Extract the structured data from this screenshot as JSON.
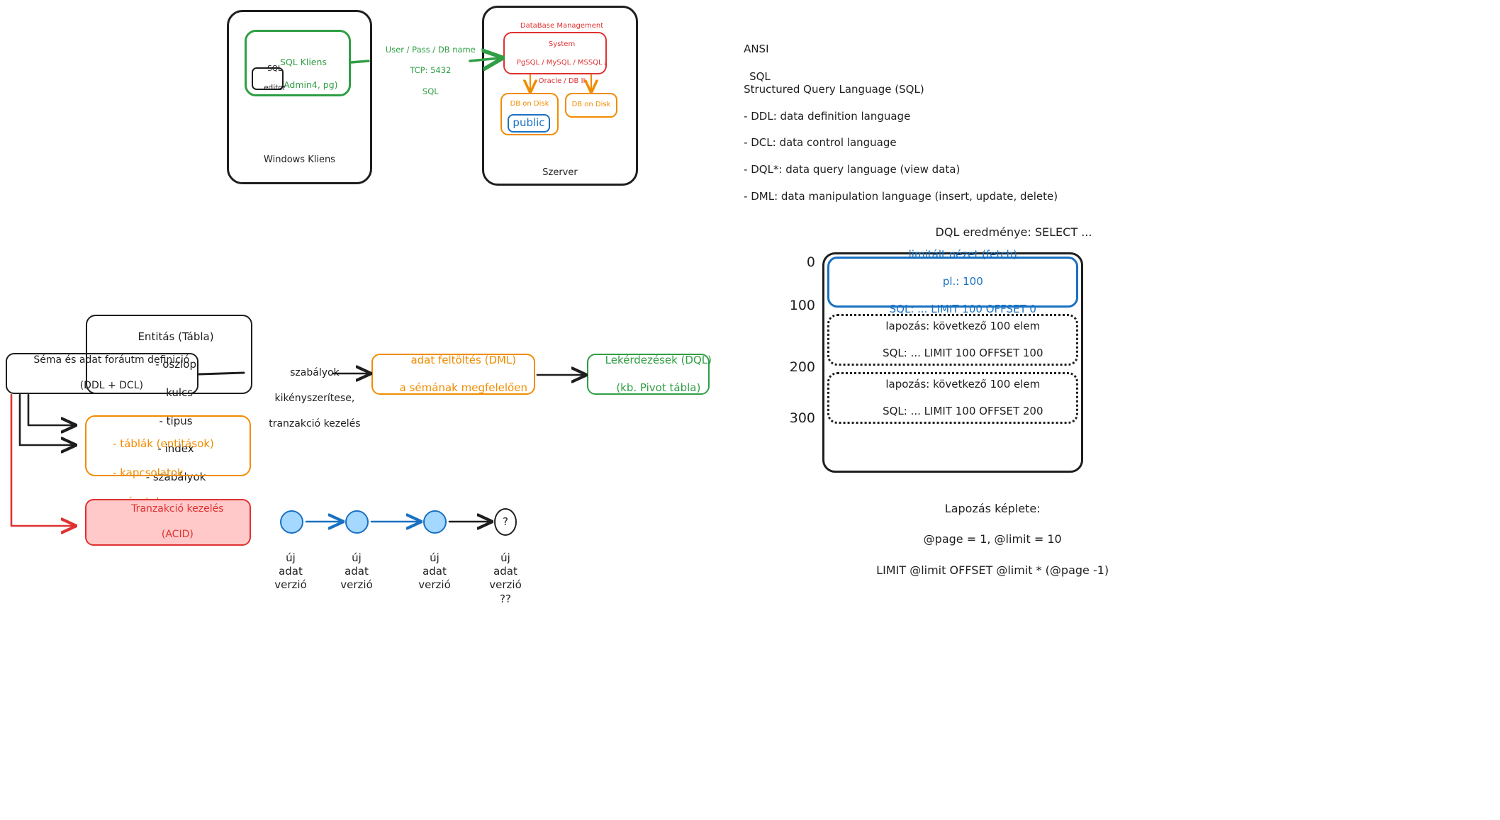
{
  "diagram": {
    "title": "SQL / DBMS architecture and SQL language sublanguages (hand-drawn whiteboard notes)",
    "colors": {
      "black": "#1e1e1e",
      "green": "#2f9e44",
      "red": "#e03131",
      "red_fill": "#ffc9c9",
      "orange": "#f08c00",
      "blue": "#1971c2",
      "blue_fill": "#a5d8ff",
      "background": "#ffffff"
    }
  },
  "architecture": {
    "client_machine": {
      "label": "Windows Kliens"
    },
    "sql_client": {
      "line1": "SQL Kliens",
      "line2": "(pgAdmin4, pg)"
    },
    "sql_editor": {
      "line1": "SQL",
      "line2": "editor"
    },
    "connection": {
      "line1": "User / Pass / DB name",
      "line2": "TCP: 5432",
      "line3": "SQL"
    },
    "server_machine": {
      "label": "Szerver"
    },
    "dbms": {
      "line1": "DataBase Management",
      "line2": "System",
      "line3": "PgSQL / MySQL / MSSQL /",
      "line4": "Oracle / DB II"
    },
    "disk_1": {
      "label": "DB on Disk"
    },
    "schema_public": {
      "label": "public"
    },
    "disk_2": {
      "label": "DB on Disk"
    }
  },
  "notes": {
    "standard_line1": "ANSI",
    "standard_line2": "SQL",
    "heading": "Structured Query Language (SQL)",
    "items": [
      "- DDL: data definition language",
      "- DCL: data control language",
      "- DQL*: data query language (view data)",
      "- DML: data manipulation language (insert, update, delete)"
    ]
  },
  "flow": {
    "schema_box": {
      "line1": "Séma és adat foráutm definició",
      "line2": "(DDL + DCL)"
    },
    "arrow_label": {
      "line1": "szabályok",
      "line2": "kikényszerítese,",
      "line3": "tranzakció kezelés"
    },
    "dml_box": {
      "line1": "adat feltöltés (DML)",
      "line2": "a sémának megfelelően"
    },
    "dql_box": {
      "line1": "Lekérdezések (DQL)",
      "line2": "(kb. Pivot tábla)"
    },
    "entity_box": {
      "title": "Entitás (Tábla)",
      "items": [
        "- oszlop",
        "- kulcs",
        "- típus",
        "- index",
        "- szabályok"
      ]
    },
    "objects_box": {
      "items": [
        "- táblák (entitások)",
        "- kapcsolatok",
        "- nézetek"
      ]
    },
    "transaction_box": {
      "line1": "Tranzakció kezelés",
      "line2": "(ACID)"
    }
  },
  "versions": {
    "nodes": [
      {
        "shape": "circle",
        "glyph": "",
        "caption": "új\nadat\nverzió"
      },
      {
        "shape": "circle",
        "glyph": "",
        "caption": "új\nadat\nverzió"
      },
      {
        "shape": "circle",
        "glyph": "",
        "caption": "új\nadat\nverzió"
      },
      {
        "shape": "ellipse",
        "glyph": "?",
        "caption": "új\nadat\nverzió\n??"
      }
    ]
  },
  "pagination": {
    "title": "DQL eredménye: SELECT ...",
    "axis_ticks": [
      "0",
      "100",
      "200",
      "300"
    ],
    "pages": [
      {
        "style": "solid-blue",
        "line1": "limitált nézet (fetch)",
        "line2": "pl.: 100",
        "line3": "SQL: ... LIMIT 100 OFFSET 0"
      },
      {
        "style": "dotted",
        "line1": "lapozás: következő 100 elem",
        "line2": "SQL: ... LIMIT 100 OFFSET 100",
        "line3": ""
      },
      {
        "style": "dotted",
        "line1": "lapozás: következő 100 elem",
        "line2": "SQL: ... LIMIT 100 OFFSET 200",
        "line3": ""
      }
    ],
    "formula": {
      "line1": "Lapozás képlete:",
      "line2": "@page = 1, @limit = 10",
      "line3": "LIMIT @limit OFFSET @limit * (@page -1)"
    }
  }
}
